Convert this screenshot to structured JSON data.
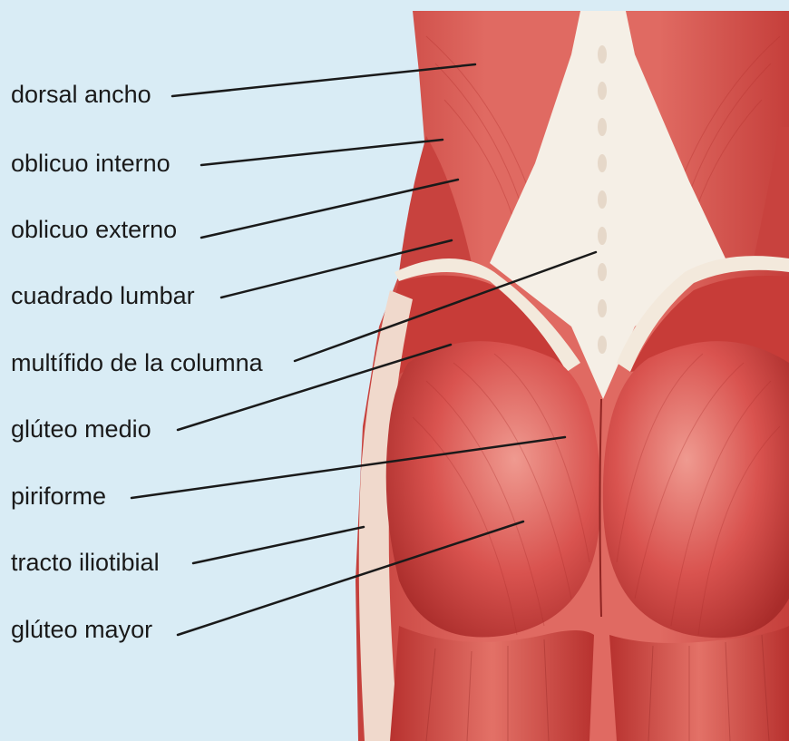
{
  "colors": {
    "background": "#d9ecf5",
    "muscle": "#d9534f",
    "muscle_dark": "#b8322f",
    "muscle_light": "#ec8a80",
    "tendon": "#f4ede4",
    "leader_line": "#1a1a1a",
    "label_text": "#1a1a1a"
  },
  "labels": [
    {
      "id": "dorsal-ancho",
      "text": "dorsal ancho"
    },
    {
      "id": "oblicuo-interno",
      "text": "oblicuo interno"
    },
    {
      "id": "oblicuo-externo",
      "text": "oblicuo externo"
    },
    {
      "id": "cuadrado-lumbar",
      "text": "cuadrado lumbar"
    },
    {
      "id": "multifido",
      "text": "multífido de la columna"
    },
    {
      "id": "gluteo-medio",
      "text": "glúteo medio"
    },
    {
      "id": "piriforme",
      "text": "piriforme"
    },
    {
      "id": "tracto-iliotibial",
      "text": "tracto iliotibial"
    },
    {
      "id": "gluteo-mayor",
      "text": "glúteo mayor"
    }
  ]
}
